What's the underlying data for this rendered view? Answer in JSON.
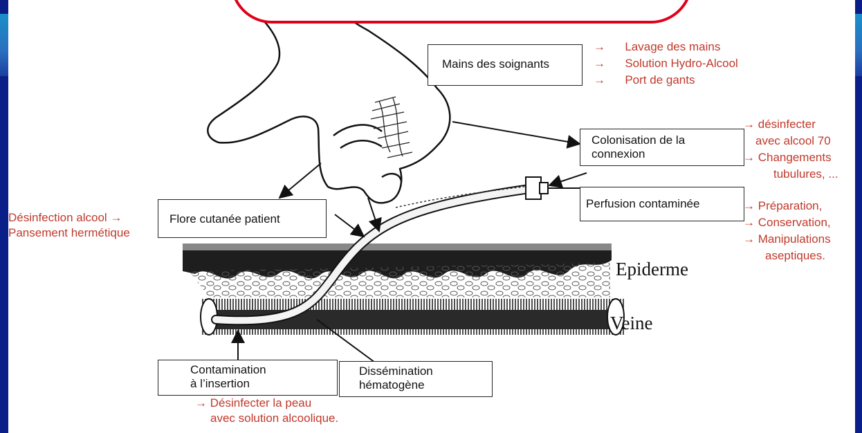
{
  "boxes": {
    "mains": "Mains des soignants",
    "colonisation_1": "Colonisation de la",
    "colonisation_2": "connexion",
    "perfusion": "Perfusion contaminée",
    "flore": "Flore cutanée patient",
    "contamination_1": "Contamination",
    "contamination_2": "à l’insertion",
    "dissemination_1": "Dissémination",
    "dissemination_2": "hématogène"
  },
  "annotations": {
    "mains": [
      "Lavage des mains",
      "Solution Hydro-Alcool",
      "Port de gants"
    ],
    "colonisation": [
      "désinfecter",
      "avec alcool 70",
      "Changements",
      "tubulures, ..."
    ],
    "perfusion": [
      "Préparation,",
      "Conservation,",
      "Manipulations",
      "aseptiques."
    ],
    "flore": [
      "Désinfection alcool",
      "Pansement hermétique"
    ],
    "insertion": [
      "Désinfecter la peau",
      "avec solution alcoolique."
    ]
  },
  "layers": {
    "epiderme": "Epiderme",
    "veine": "Veine"
  },
  "colors": {
    "annotation": "#c0392b",
    "frame": "#0b1f88",
    "title_border": "#e0001a"
  }
}
